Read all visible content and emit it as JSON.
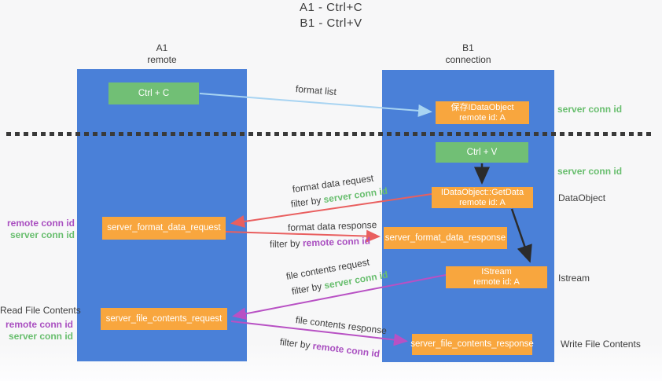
{
  "title": {
    "line1": "A1 - Ctrl+C",
    "line2": "B1 - Ctrl+V"
  },
  "columns": {
    "left": {
      "name": "A1",
      "subtitle": "remote"
    },
    "right": {
      "name": "B1",
      "subtitle": "connection"
    }
  },
  "nodes": {
    "ctrl_c": "Ctrl + C",
    "ctrl_v": "Ctrl + V",
    "save_idataobject_line1": "保存IDataObject",
    "save_idataobject_line2": "remote id: A",
    "getdata_line1": "IDataObject::GetData",
    "getdata_line2": "remote id: A",
    "istream_line1": "IStream",
    "istream_line2": "remote id: A",
    "format_request": "server_format_data_request",
    "format_response": "server_format_data_response",
    "file_request": "server_file_contents_request",
    "file_response": "server_file_contents_response"
  },
  "arrow_labels": {
    "format_list": "format list",
    "format_data_request": "format data request",
    "format_data_response": "format data response",
    "file_contents_request": "file contents request",
    "file_contents_response": "file contents response",
    "filter_by": "filter by ",
    "server_conn_id": "server conn id",
    "remote_conn_id": "remote conn id"
  },
  "margin_labels": {
    "left": {
      "remote_conn_id": "remote conn id",
      "server_conn_id": "server conn id",
      "read_file_contents": "Read File Contents",
      "remote_conn_id_2": "remote conn id",
      "server_conn_id_2": "server conn id"
    },
    "right": {
      "server_conn_id_1": "server conn id",
      "server_conn_id_2": "server conn id",
      "dataobject": "DataObject",
      "istream": "Istream",
      "write_file_contents": "Write File Contents"
    }
  },
  "colors": {
    "column_blue": "#4A80D8",
    "box_green": "#71BF75",
    "box_orange": "#F8A63E",
    "arrow_red": "#E95F5F",
    "arrow_purple": "#B851C4",
    "arrow_lightblue": "#A8D4F2",
    "arrow_black": "#2B2B2B",
    "text_green": "#68BE6E",
    "text_purple": "#A94FC0"
  }
}
